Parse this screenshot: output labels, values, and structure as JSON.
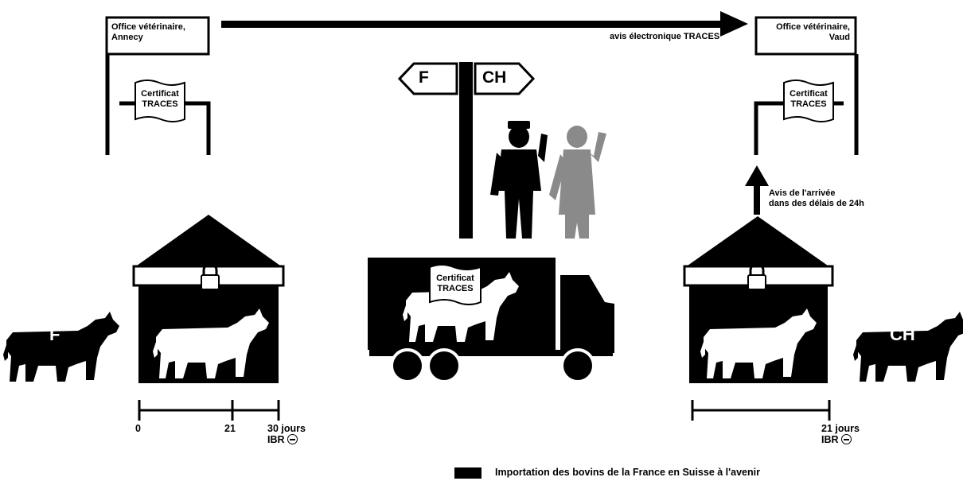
{
  "offices": {
    "left": {
      "line1": "Office vétérinaire,",
      "line2": "Annecy"
    },
    "right": {
      "line1": "Office vétérinaire,",
      "line2": "Vaud"
    }
  },
  "notice": "avis électronique TRACES",
  "signpost": {
    "left": "F",
    "right": "CH"
  },
  "certificate": {
    "line1": "Certificat",
    "line2": "TRACES"
  },
  "arrival_notice": {
    "line1": "Avis de l'arrivée",
    "line2": "dans des délais de 24h"
  },
  "cows": {
    "left": "F",
    "right": "CH"
  },
  "timeline_left": {
    "start": "0",
    "mid": "21",
    "end": "30 jours",
    "status": "IBR"
  },
  "timeline_right": {
    "end": "21 jours",
    "status": "IBR"
  },
  "legend": "Importation des bovins de la France en Suisse à l'avenir",
  "colors": {
    "ink": "#000000",
    "person_gray": "#8a8a8a",
    "background": "#ffffff"
  }
}
